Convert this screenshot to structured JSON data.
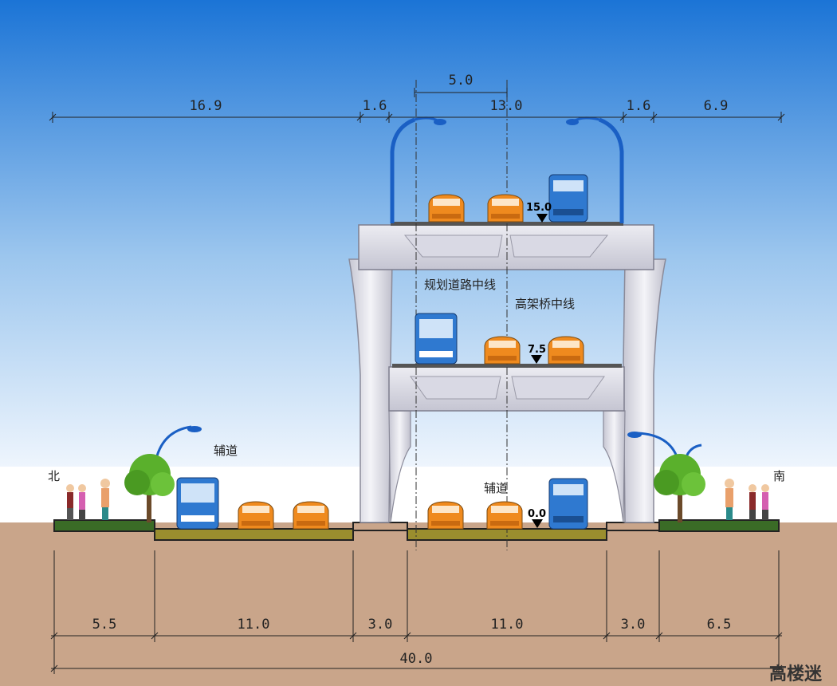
{
  "top_dimensions": [
    "16.9",
    "1.6",
    "5.0",
    "13.0",
    "1.6",
    "6.9"
  ],
  "bottom_dimensions": [
    "5.5",
    "11.0",
    "3.0",
    "11.0",
    "3.0",
    "6.5"
  ],
  "total_width": "40.0",
  "labels": {
    "north": "北",
    "south": "南",
    "side_road_left": "辅道",
    "side_road_center": "辅道",
    "planned_road_centerline": "规划道路中线",
    "viaduct_centerline": "高架桥中线"
  },
  "elevations": {
    "upper": "15.0",
    "middle": "7.5",
    "ground": "0.0"
  },
  "watermark": "高楼迷",
  "colors": {
    "sky_top": "#1b74d6",
    "sky_bottom": "#eef5fd",
    "ground": "#c9a58a",
    "asphalt": "#9a8e2e",
    "structure": "#dcdce6",
    "car": "#ef8a1e",
    "bus": "#2f79d0",
    "lamp": "#1a5fc4",
    "tree": "#5ab02c"
  }
}
